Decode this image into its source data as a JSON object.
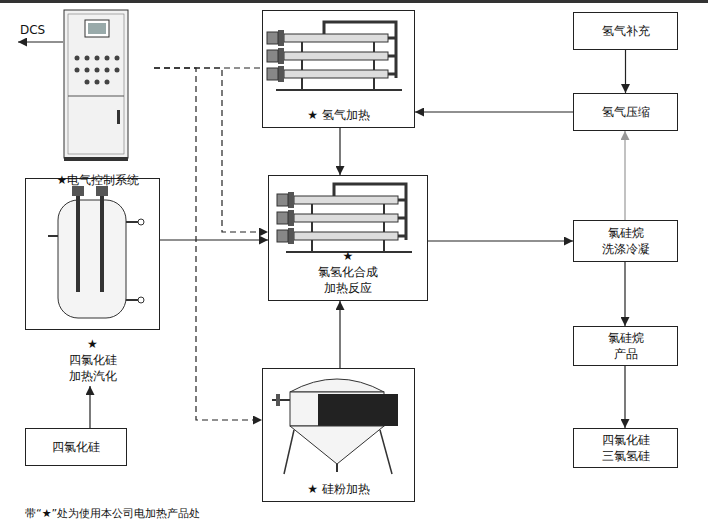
{
  "diagram": {
    "nodes": [
      {
        "text": [
          "★电气控制系统"
        ]
      },
      {
        "text": [
          "★ 氢气加热"
        ]
      },
      {
        "text": [
          "氢气补充"
        ]
      },
      {
        "text": [
          "氢气压缩"
        ]
      },
      {
        "text": [
          "★四氯化硅 加热汽化"
        ]
      },
      {
        "text": [
          "★氯氢化合成 加热反应"
        ]
      },
      {
        "text": [
          "氯硅烷 洗涤冷凝"
        ]
      },
      {
        "text": [
          "氯硅烷 产品"
        ]
      },
      {
        "text": [
          "★ 硅粉加热"
        ]
      },
      {
        "text": [
          "四氯化硅"
        ]
      },
      {
        "text": [
          "四氯化硅 三氯氢硅"
        ]
      }
    ],
    "edges": [
      {
        "from": 2,
        "to": 3,
        "arrow": "to"
      },
      {
        "from": 3,
        "to": 1,
        "arrow": "to"
      },
      {
        "from": 1,
        "to": 5,
        "arrow": "to"
      },
      {
        "from": 4,
        "to": 5,
        "arrow": "to"
      },
      {
        "from": 5,
        "to": 6,
        "arrow": "to"
      },
      {
        "from": 6,
        "to": 3,
        "arrow": "to"
      },
      {
        "from": 6,
        "to": 7,
        "arrow": "to"
      },
      {
        "from": 7,
        "to": 10,
        "arrow": "to"
      },
      {
        "from": 9,
        "to": 4,
        "arrow": "to"
      },
      {
        "from": 8,
        "to": 5,
        "arrow": "to"
      },
      {
        "from": 0,
        "to": 1,
        "arrow": "none"
      },
      {
        "from": 0,
        "to": 5,
        "arrow": "to"
      },
      {
        "from": 0,
        "to": 8,
        "arrow": "to"
      }
    ],
    "labels": [
      "DCS",
      "带“★”处为使用本公司电加热产品处"
    ]
  }
}
